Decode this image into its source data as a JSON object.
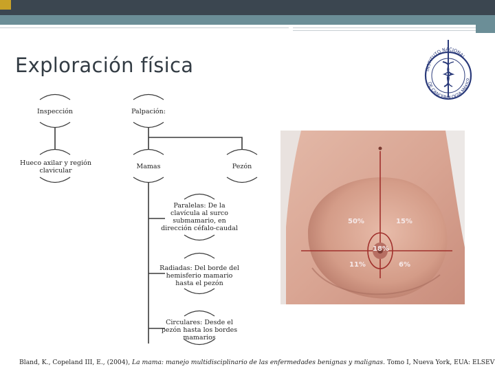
{
  "title": "Exploración física",
  "nodes": {
    "inspeccion": "Inspección",
    "palpacion": "Palpación:",
    "hueco": "Hueco axilar y región clavicular",
    "mamas": "Mamas",
    "pezon": "Pezón",
    "paralelas": "Paralelas: De la clavícula al surco submamario, en dirección céfalo-caudal",
    "radiadas": "Radiadas: Del borde del hemisferio mamario hasta el pezón",
    "circulares": "Circulares: Desde el pezón hasta los bordes mamarios"
  },
  "photo": {
    "pct_upper_outer": "50%",
    "pct_upper_inner": "15%",
    "pct_central": "18%",
    "pct_lower_outer": "11%",
    "pct_lower_inner": "6%"
  },
  "logo": {
    "text": "INSTITUTO NACIONAL DE CANCEROLOGÍA México"
  },
  "citation": {
    "prefix": "Bland, K., Copeland III, E., (2004), ",
    "title": "La mama: manejo multidisciplinario de las enfermedades benignas y malignas",
    "suffix": ". Tomo I, Nueva York, EUA: ELSEVIER"
  },
  "colors": {
    "header_dark": "#3b4650",
    "header_teal": "#6b8e97",
    "accent_gold": "#c9a227"
  }
}
